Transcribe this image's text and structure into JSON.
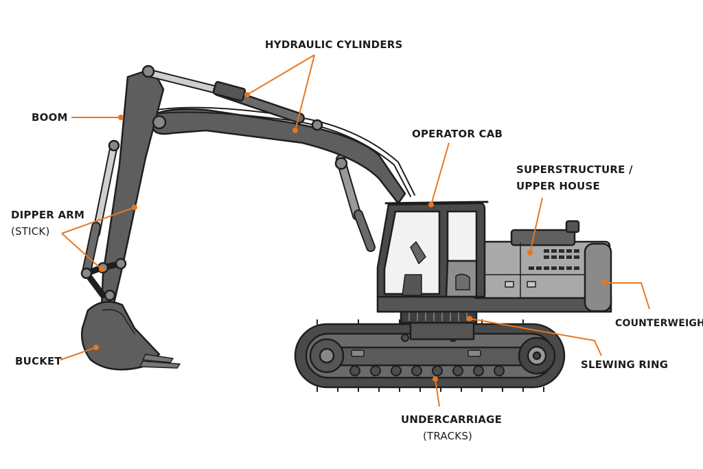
{
  "diagram": {
    "accent_color": "#e8761f",
    "body_color": "#5e5e5e",
    "house_color": "#a9a9a9",
    "outline_color": "#1e1e1e",
    "labels": {
      "hydraulic_cylinders": "HYDRAULIC CYLINDERS",
      "boom": "BOOM",
      "operator_cab": "OPERATOR CAB",
      "superstructure_line1": "SUPERSTRUCTURE /",
      "superstructure_line2": "UPPER HOUSE",
      "dipper_arm_line1": "DIPPER ARM",
      "dipper_arm_line2": "(STICK)",
      "counterweight": "COUNTERWEIGHT",
      "bucket": "BUCKET",
      "slewing_ring": "SLEWING RING",
      "undercarriage_line1": "UNDERCARRIAGE",
      "undercarriage_line2": "(TRACKS)"
    }
  }
}
